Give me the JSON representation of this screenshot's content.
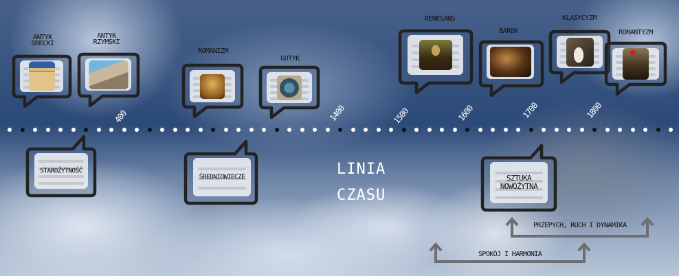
{
  "title": {
    "line1": "LINIA",
    "line2": "CZASU"
  },
  "years": [
    "400",
    "1400",
    "1500",
    "1600",
    "1700",
    "1800"
  ],
  "periods": [
    {
      "label": "ANTYK\nGRECKI",
      "image": "parthenon"
    },
    {
      "label": "ANTYK\nRZYMSKI",
      "image": "colosseum"
    },
    {
      "label": "ROMANIZM",
      "image": "romanesque-interior"
    },
    {
      "label": "GOTYK",
      "image": "gothic-rose-window"
    },
    {
      "label": "RENESANS",
      "image": "mona-lisa"
    },
    {
      "label": "BAROK",
      "image": "baroque-painting"
    },
    {
      "label": "KLASYCYZM",
      "image": "classical-sculpture"
    },
    {
      "label": "ROMANTYZM",
      "image": "liberty-leading-the-people"
    }
  ],
  "eras": [
    {
      "label": "STAROŻYTNOŚĆ"
    },
    {
      "label": "ŚREDNIOWIECZE"
    },
    {
      "label": "SZTUKA\nNOWOŻYTNA"
    }
  ],
  "annotations": {
    "modern": "PRZEPYCH, RUCH I DYNAMIKA",
    "classic": "SPOKÓJ I HARMONIA"
  },
  "colors": {
    "outline": "#222222",
    "arrow": "#6e6e72",
    "text_light": "#ffffff"
  }
}
